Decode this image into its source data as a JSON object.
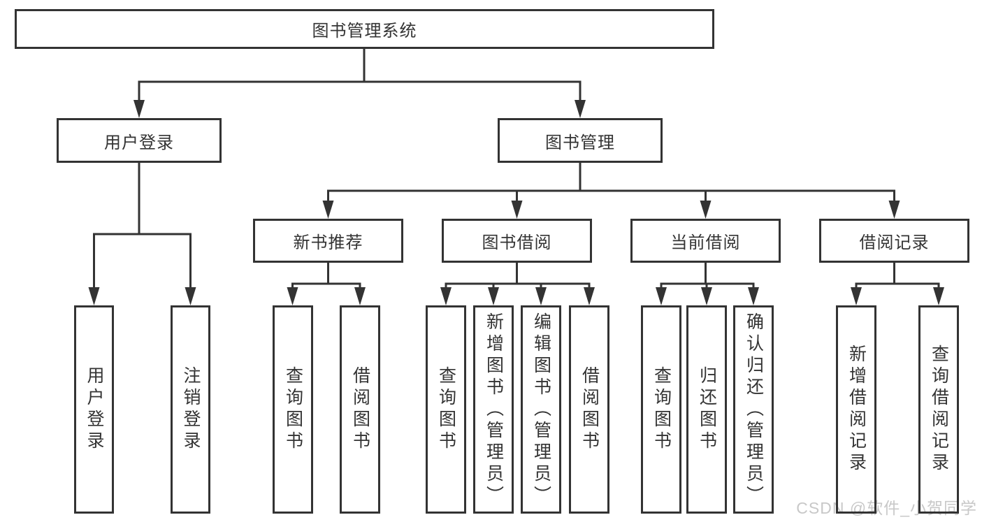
{
  "diagram": {
    "title": "图书管理系统",
    "tree": {
      "label": "图书管理系统",
      "children": [
        {
          "label": "用户登录",
          "children": [
            {
              "label": "用户登录"
            },
            {
              "label": "注销登录"
            }
          ]
        },
        {
          "label": "图书管理",
          "children": [
            {
              "label": "新书推荐",
              "children": [
                {
                  "label": "查询图书"
                },
                {
                  "label": "借阅图书"
                }
              ]
            },
            {
              "label": "图书借阅",
              "children": [
                {
                  "label": "查询图书"
                },
                {
                  "label": "新增图书（管理员）"
                },
                {
                  "label": "编辑图书（管理员）"
                },
                {
                  "label": "借阅图书"
                }
              ]
            },
            {
              "label": "当前借阅",
              "children": [
                {
                  "label": "查询图书"
                },
                {
                  "label": "归还图书"
                },
                {
                  "label": "确认归还（管理员）"
                }
              ]
            },
            {
              "label": "借阅记录",
              "children": [
                {
                  "label": "新增借阅记录"
                },
                {
                  "label": "查询借阅记录"
                }
              ]
            }
          ]
        }
      ]
    }
  },
  "watermark": {
    "text": "CSDN @软件_小贺同学",
    "color": "#c8c8c8"
  },
  "colors": {
    "line": "#333333",
    "box_border": "#333333",
    "text": "#333333",
    "background": "#ffffff"
  }
}
